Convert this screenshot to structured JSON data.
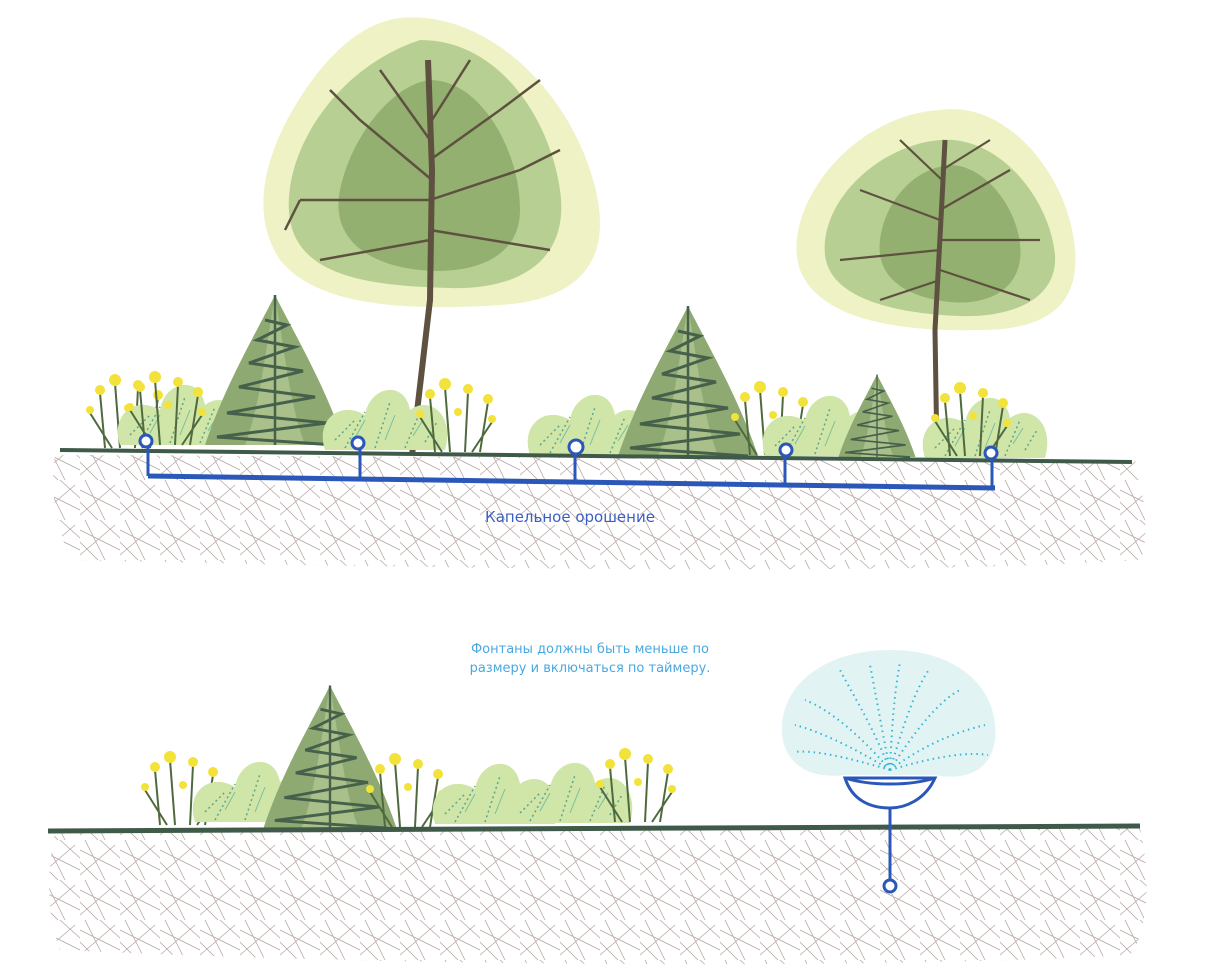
{
  "drip_irrigation": {
    "label": "Капельное орошение",
    "emitter_count": 5
  },
  "fountain": {
    "note_line1": "Фонтаны должны быть меньше по",
    "note_line2": "размеру и включаться по таймеру."
  },
  "colors": {
    "pipe": "#2b58b8",
    "label": "#3a5fc4",
    "note": "#4aa8e0",
    "ground": "#3f5a48",
    "soil_hatch": "#b9a8a6",
    "tree_halo": "#eef2c4",
    "tree_light": "#b7cf92",
    "tree_mid": "#93b070",
    "trunk": "#5e5140",
    "conifer": "#8eaa72",
    "conifer_stroke": "#46604b",
    "shrub": "#cfe6a8",
    "shrub_vein": "#5fa48a",
    "flower": "#f2e23a",
    "spray": "#33b5d6",
    "spray_bg": "#e2f3f4"
  }
}
